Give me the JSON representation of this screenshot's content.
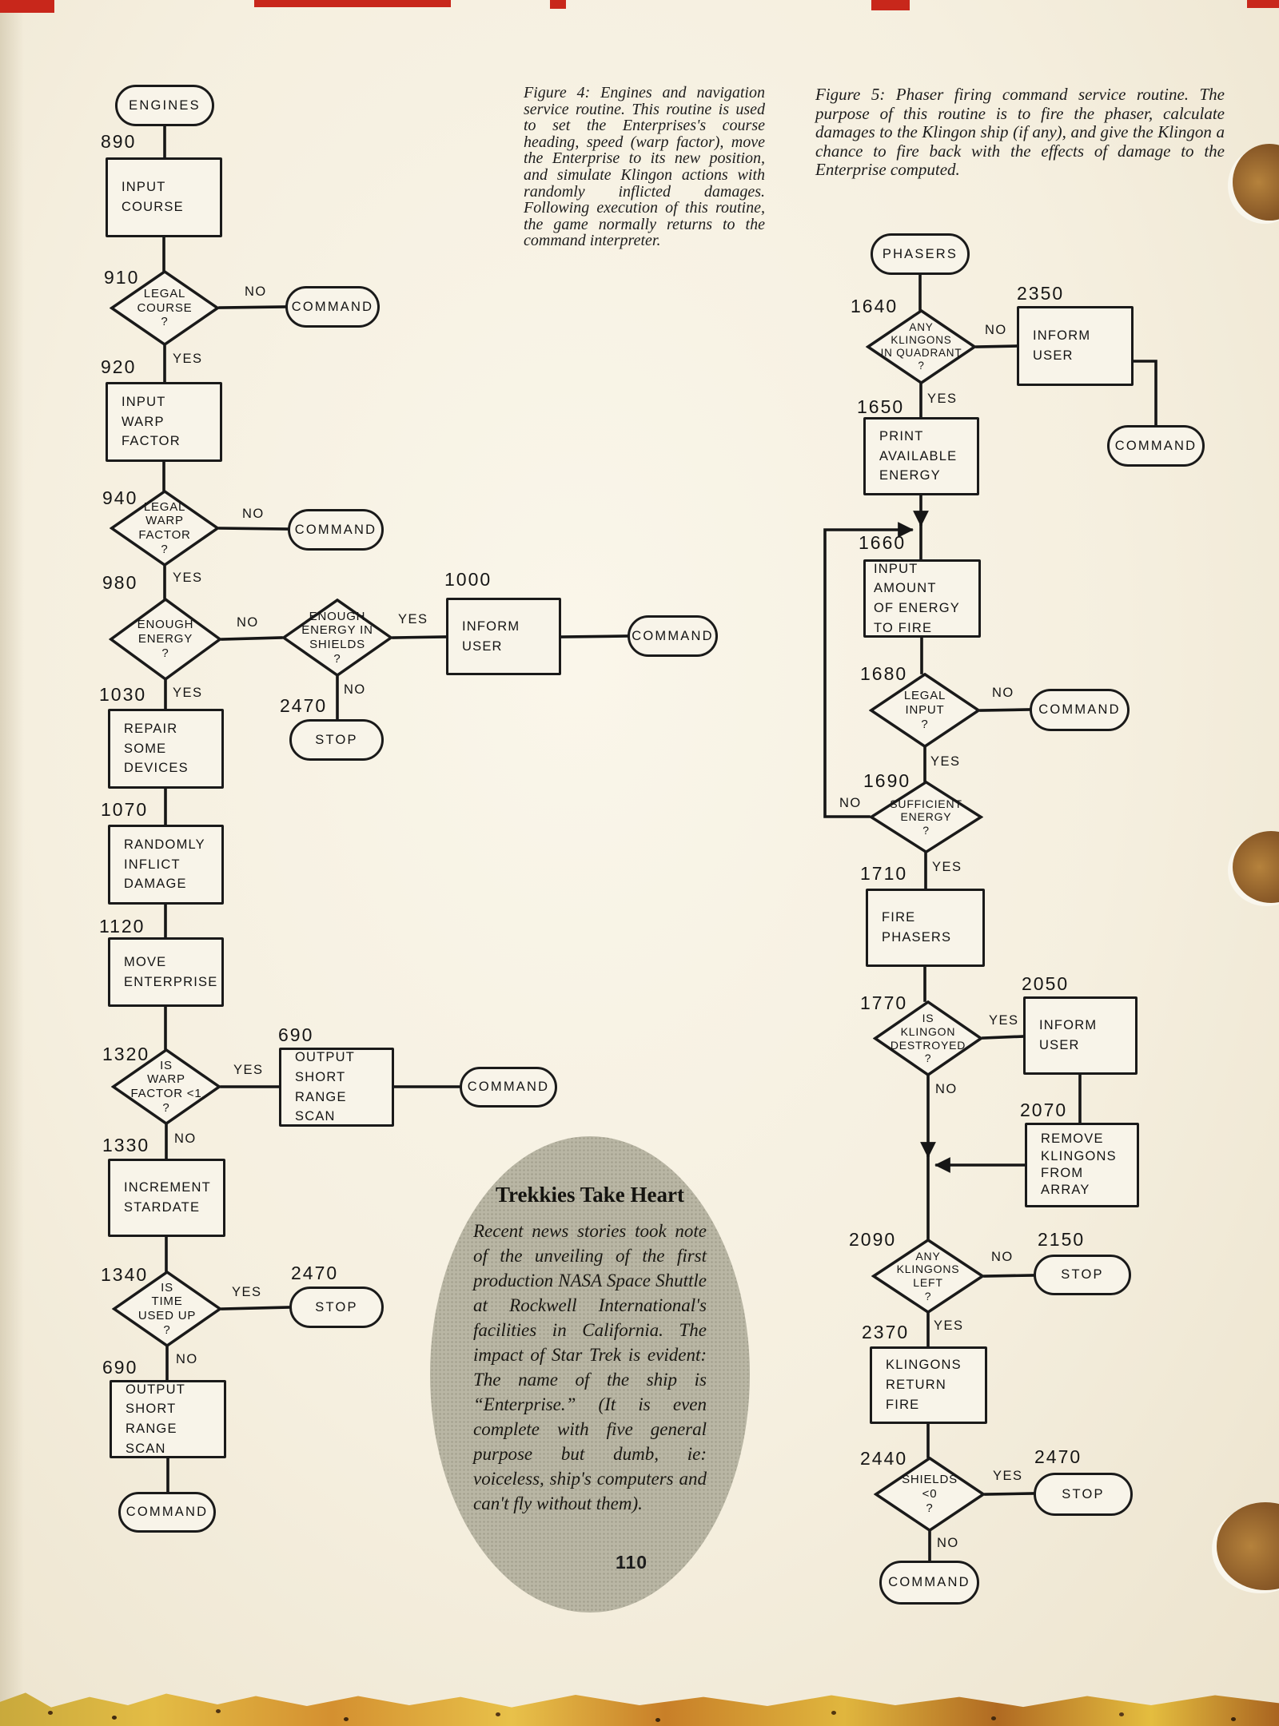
{
  "page": {
    "number": "110"
  },
  "labels": {
    "yes": "YES",
    "no": "NO"
  },
  "fig4": {
    "caption": "Figure 4: Engines and navigation service routine. This routine is used to set the Enterprises's course heading, speed (warp factor), move the Enterprise to its new position, and simulate Klingon actions with randomly inflicted damages. Following execution of this routine, the game normally returns to the command interpreter.",
    "nodes": [
      {
        "id": "",
        "text": "ENGINES"
      },
      {
        "id": "890",
        "text": "INPUT\nCOURSE"
      },
      {
        "id": "910",
        "text": "LEGAL\nCOURSE\n?"
      },
      {
        "id": "",
        "text": "COMMAND"
      },
      {
        "id": "920",
        "text": "INPUT\nWARP\nFACTOR"
      },
      {
        "id": "940",
        "text": "LEGAL\nWARP\nFACTOR\n?"
      },
      {
        "id": "",
        "text": "COMMAND"
      },
      {
        "id": "980",
        "text": "ENOUGH\nENERGY\n?"
      },
      {
        "id": "",
        "text": "ENOUGH\nENERGY IN\nSHIELDS\n?"
      },
      {
        "id": "1000",
        "text": "INFORM\nUSER"
      },
      {
        "id": "",
        "text": "COMMAND"
      },
      {
        "id": "2470",
        "text": "STOP"
      },
      {
        "id": "1030",
        "text": "REPAIR\nSOME\nDEVICES"
      },
      {
        "id": "1070",
        "text": "RANDOMLY\nINFLICT\nDAMAGE"
      },
      {
        "id": "1120",
        "text": "MOVE\nENTERPRISE"
      },
      {
        "id": "1320",
        "text": "IS\nWARP\nFACTOR <1\n?"
      },
      {
        "id": "690",
        "text": "OUTPUT\nSHORT RANGE\nSCAN"
      },
      {
        "id": "",
        "text": "COMMAND"
      },
      {
        "id": "1330",
        "text": "INCREMENT\nSTARDATE"
      },
      {
        "id": "1340",
        "text": "IS\nTIME\nUSED UP\n?"
      },
      {
        "id": "2470",
        "text": "STOP"
      },
      {
        "id": "690",
        "text": "OUTPUT\nSHORT RANGE\nSCAN"
      },
      {
        "id": "",
        "text": "COMMAND"
      }
    ]
  },
  "fig5": {
    "caption": "Figure 5: Phaser firing command service routine. The purpose of this routine is to fire the phaser, calculate damages to the Klingon ship (if any), and give the Klingon a chance to fire back with the effects of damage to the Enterprise computed.",
    "nodes": [
      {
        "id": "",
        "text": "PHASERS"
      },
      {
        "id": "1640",
        "text": "ANY\nKLINGONS\nIN QUADRANT\n?"
      },
      {
        "id": "2350",
        "text": "INFORM\nUSER"
      },
      {
        "id": "",
        "text": "COMMAND"
      },
      {
        "id": "1650",
        "text": "PRINT\nAVAILABLE\nENERGY"
      },
      {
        "id": "1660",
        "text": "INPUT AMOUNT\nOF ENERGY\nTO FIRE"
      },
      {
        "id": "1680",
        "text": "LEGAL\nINPUT\n?"
      },
      {
        "id": "",
        "text": "COMMAND"
      },
      {
        "id": "1690",
        "text": "SUFFICIENT\nENERGY\n?"
      },
      {
        "id": "1710",
        "text": "FIRE\nPHASERS"
      },
      {
        "id": "1770",
        "text": "IS\nKLINGON\nDESTROYED\n?"
      },
      {
        "id": "2050",
        "text": "INFORM\nUSER"
      },
      {
        "id": "2070",
        "text": "REMOVE\nKLINGONS\nFROM\nARRAY"
      },
      {
        "id": "2090",
        "text": "ANY\nKLINGONS\nLEFT\n?"
      },
      {
        "id": "2150",
        "text": "STOP"
      },
      {
        "id": "2370",
        "text": "KLINGONS\nRETURN\nFIRE"
      },
      {
        "id": "2440",
        "text": "SHIELDS\n<0\n?"
      },
      {
        "id": "2470",
        "text": "STOP"
      },
      {
        "id": "",
        "text": "COMMAND"
      }
    ]
  },
  "sidebar": {
    "title": "Trekkies Take Heart",
    "body": "Recent news stories took note of the unveiling of the first production NASA Space Shuttle at Rockwell International's facilities in California. The impact of Star Trek is evident: The name of the ship is “Enterprise.” (It is even complete with five general purpose but dumb, ie: voiceless, ship's computers and can't fly without them)."
  }
}
